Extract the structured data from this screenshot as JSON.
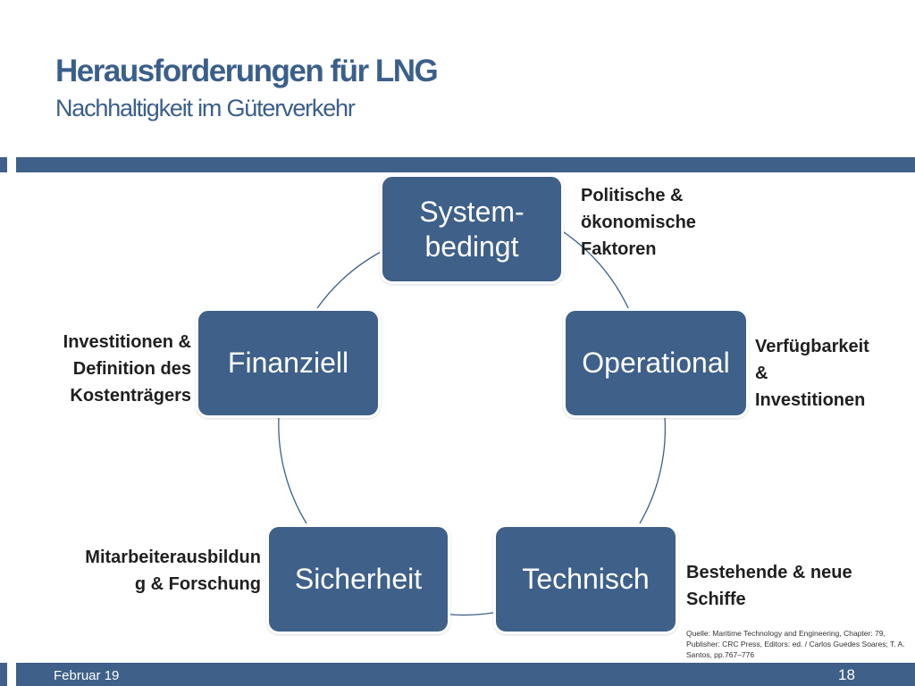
{
  "header": {
    "title": "Herausforderungen für LNG",
    "subtitle": "Nachhaltigkeit im Güterverkehr"
  },
  "diagram": {
    "type": "cycle",
    "nodes": [
      {
        "label": "System-\nbedingt",
        "note": "Politische &\nökonomische\nFaktoren"
      },
      {
        "label": "Operational",
        "note": "Verfügbarkeit\n&\nInvestitionen"
      },
      {
        "label": "Technisch",
        "note": "Bestehende & neue\nSchiffe"
      },
      {
        "label": "Sicherheit",
        "note": "Mitarbeiterausbildun\ng & Forschung"
      },
      {
        "label": "Finanziell",
        "note": "Investitionen &\nDefinition des\nKostenträgers"
      }
    ]
  },
  "source": "Quelle: Maritime Technology and Engineering, Chapter: 79, Publisher: CRC Press, Editors: ed. / Carlos Guedes Soares; T. A. Santos, pp.767–776",
  "footer": {
    "date": "Februar 19",
    "page": "18"
  },
  "colors": {
    "accent": "#3e6089",
    "title": "#3b5f8c",
    "ring": "#3e6089"
  }
}
